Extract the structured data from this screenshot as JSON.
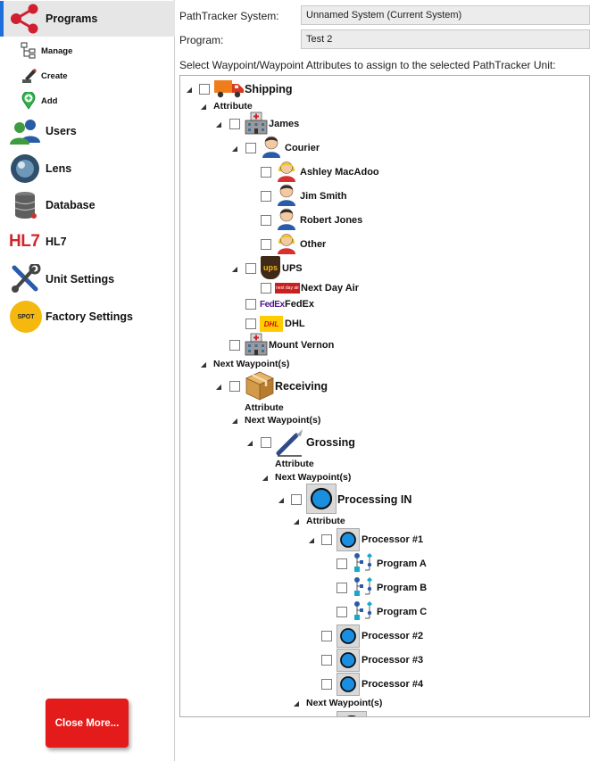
{
  "sidebar": {
    "items": [
      {
        "label": "Programs"
      },
      {
        "label": "Users"
      },
      {
        "label": "Lens"
      },
      {
        "label": "Database"
      },
      {
        "label": "HL7",
        "icon_text": "HL7"
      },
      {
        "label": "Unit Settings"
      },
      {
        "label": "Factory Settings",
        "icon_text": "SPOT"
      }
    ],
    "sub_items": [
      {
        "label": "Manage"
      },
      {
        "label": "Create"
      },
      {
        "label": "Add"
      }
    ],
    "close_button_label": "Close More..."
  },
  "main": {
    "system_label": "PathTracker System:",
    "system_value": "Unnamed System (Current System)",
    "program_label": "Program:",
    "program_value": "Test 2",
    "instruction": "Select Waypoint/Waypoint Attributes to assign to the selected PathTracker Unit:"
  },
  "tree": {
    "shipping": "Shipping",
    "attribute": "Attribute",
    "james": "James",
    "courier": "Courier",
    "ashley": "Ashley MacAdoo",
    "jim": "Jim Smith",
    "robert": "Robert Jones",
    "other": "Other",
    "ups": "UPS",
    "ups_icon": "ups",
    "next_day_air": "Next Day Air",
    "nda_icon": "next day air",
    "fedex": "FedEx",
    "fedex_icon": "FedEx",
    "dhl": "DHL",
    "dhl_icon": "DHL",
    "mount_vernon": "Mount Vernon",
    "next_waypoints": "Next Waypoint(s)",
    "receiving": "Receiving",
    "grossing": "Grossing",
    "processing_in": "Processing IN",
    "processor1": "Processor #1",
    "program_a": "Program A",
    "program_b": "Program B",
    "program_c": "Program C",
    "processor2": "Processor #2",
    "processor3": "Processor #3",
    "processor4": "Processor #4"
  },
  "colors": {
    "accent": "#1e6fd9",
    "close_button": "#e31b1b",
    "processor_icon": "#1a8fe0"
  }
}
